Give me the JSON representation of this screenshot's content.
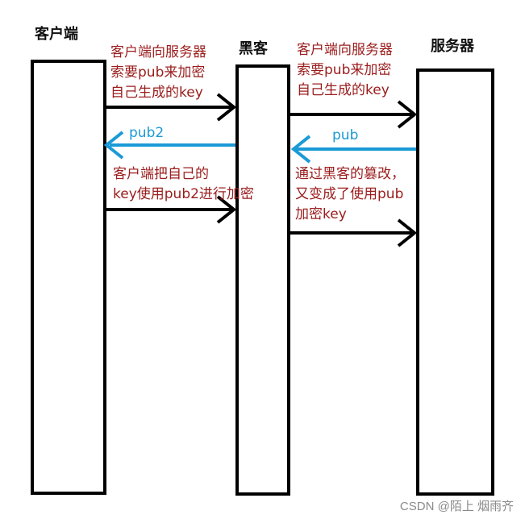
{
  "participants": {
    "client": "客户端",
    "hacker": "黑客",
    "server": "服务器"
  },
  "messages": {
    "client_request": [
      "客户端向服务器",
      "索要pub来加密",
      "自己生成的key"
    ],
    "hacker_request": [
      "客户端向服务器",
      "索要pub来加密",
      "自己生成的key"
    ],
    "pub2_label": "pub2",
    "pub_label": "pub",
    "client_encrypt": [
      "客户端把自己的",
      "key使用pub2进行加密"
    ],
    "hacker_tamper": [
      "通过黑客的篡改，",
      "又变成了使用pub",
      "加密key"
    ]
  },
  "watermark": "CSDN @陌上 烟雨齐",
  "colors": {
    "note_text": "#9b1c1c",
    "response_arrow": "#1a9ad6",
    "request_arrow": "#000000"
  }
}
